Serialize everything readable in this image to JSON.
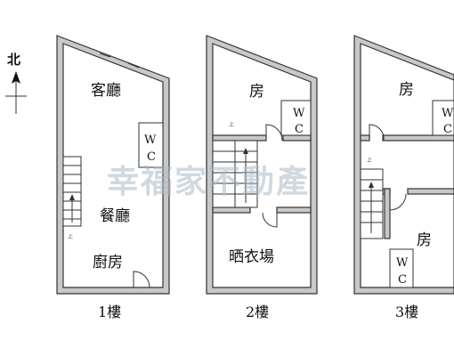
{
  "compass": {
    "label": "北"
  },
  "watermark": "幸福家不動產",
  "floors": [
    {
      "label": "1樓",
      "rooms": [
        "客廳",
        "餐廳",
        "廚房"
      ],
      "wc": [
        "W",
        "C"
      ],
      "stair_note": "上"
    },
    {
      "label": "2樓",
      "rooms": [
        "房",
        "晒衣場"
      ],
      "wc": [
        "W",
        "C"
      ],
      "stair_note": "上"
    },
    {
      "label": "3樓",
      "rooms": [
        "房",
        "房"
      ],
      "wc_top": [
        "W",
        "C"
      ],
      "wc_bottom": [
        "W",
        "C"
      ],
      "stair_note": "上"
    }
  ]
}
